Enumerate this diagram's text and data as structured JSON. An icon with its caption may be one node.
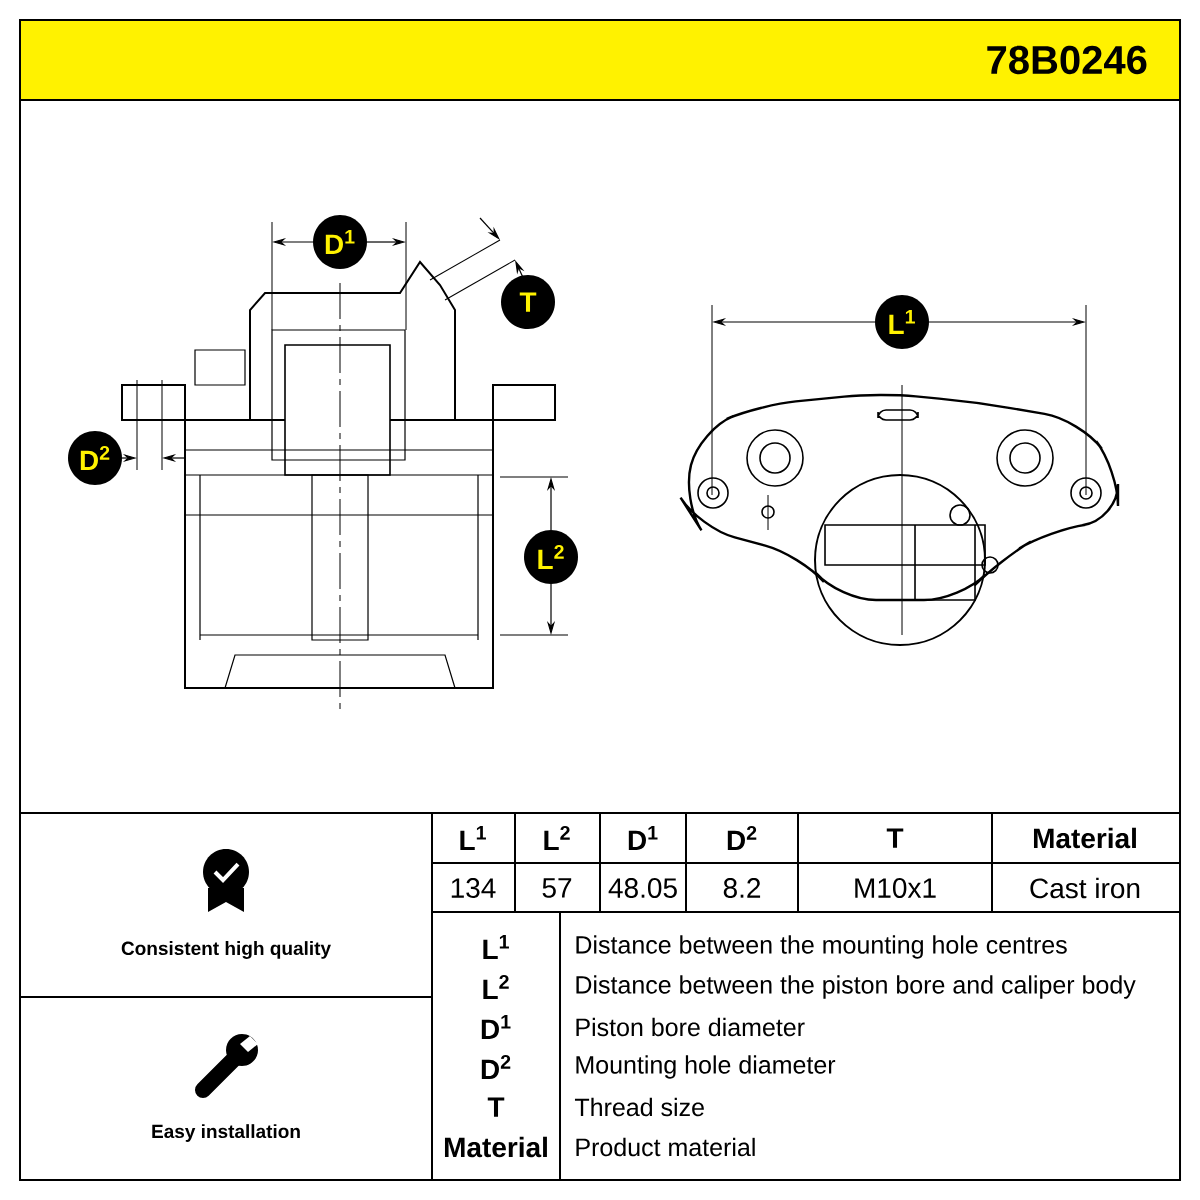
{
  "diagram": {
    "title": "78B0246",
    "labels": [
      "D$^{1}$",
      "T",
      "L$^{1}$",
      "D$^{2}$",
      "L$^{2}$",
      "L$^{1}$",
      "L$^{2}$",
      "D$^{1}$",
      "D$^{2}$",
      "T",
      "Material",
      "134",
      "57",
      "48.05",
      "8.2",
      "M10x1",
      "Cast iron",
      "L$^{1}$",
      "Distance between the mounting hole centres",
      "L$^{2}$",
      "Distance between the piston bore and caliper body",
      "D$^{1}$",
      "Piston bore diameter",
      "D$^{2}$",
      "Mounting hole diameter",
      "T",
      "Thread size",
      "Material",
      "Product material",
      "Consistent high quality",
      "Easy installation"
    ]
  }
}
